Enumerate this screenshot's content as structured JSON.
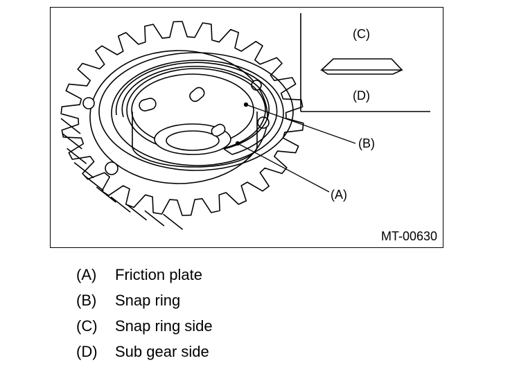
{
  "figure": {
    "id": "MT-00630",
    "callouts": {
      "a": "(A)",
      "b": "(B)",
      "c": "(C)",
      "d": "(D)"
    }
  },
  "legend": [
    {
      "key": "(A)",
      "text": "Friction plate"
    },
    {
      "key": "(B)",
      "text": "Snap ring"
    },
    {
      "key": "(C)",
      "text": "Snap ring side"
    },
    {
      "key": "(D)",
      "text": "Sub gear side"
    }
  ]
}
